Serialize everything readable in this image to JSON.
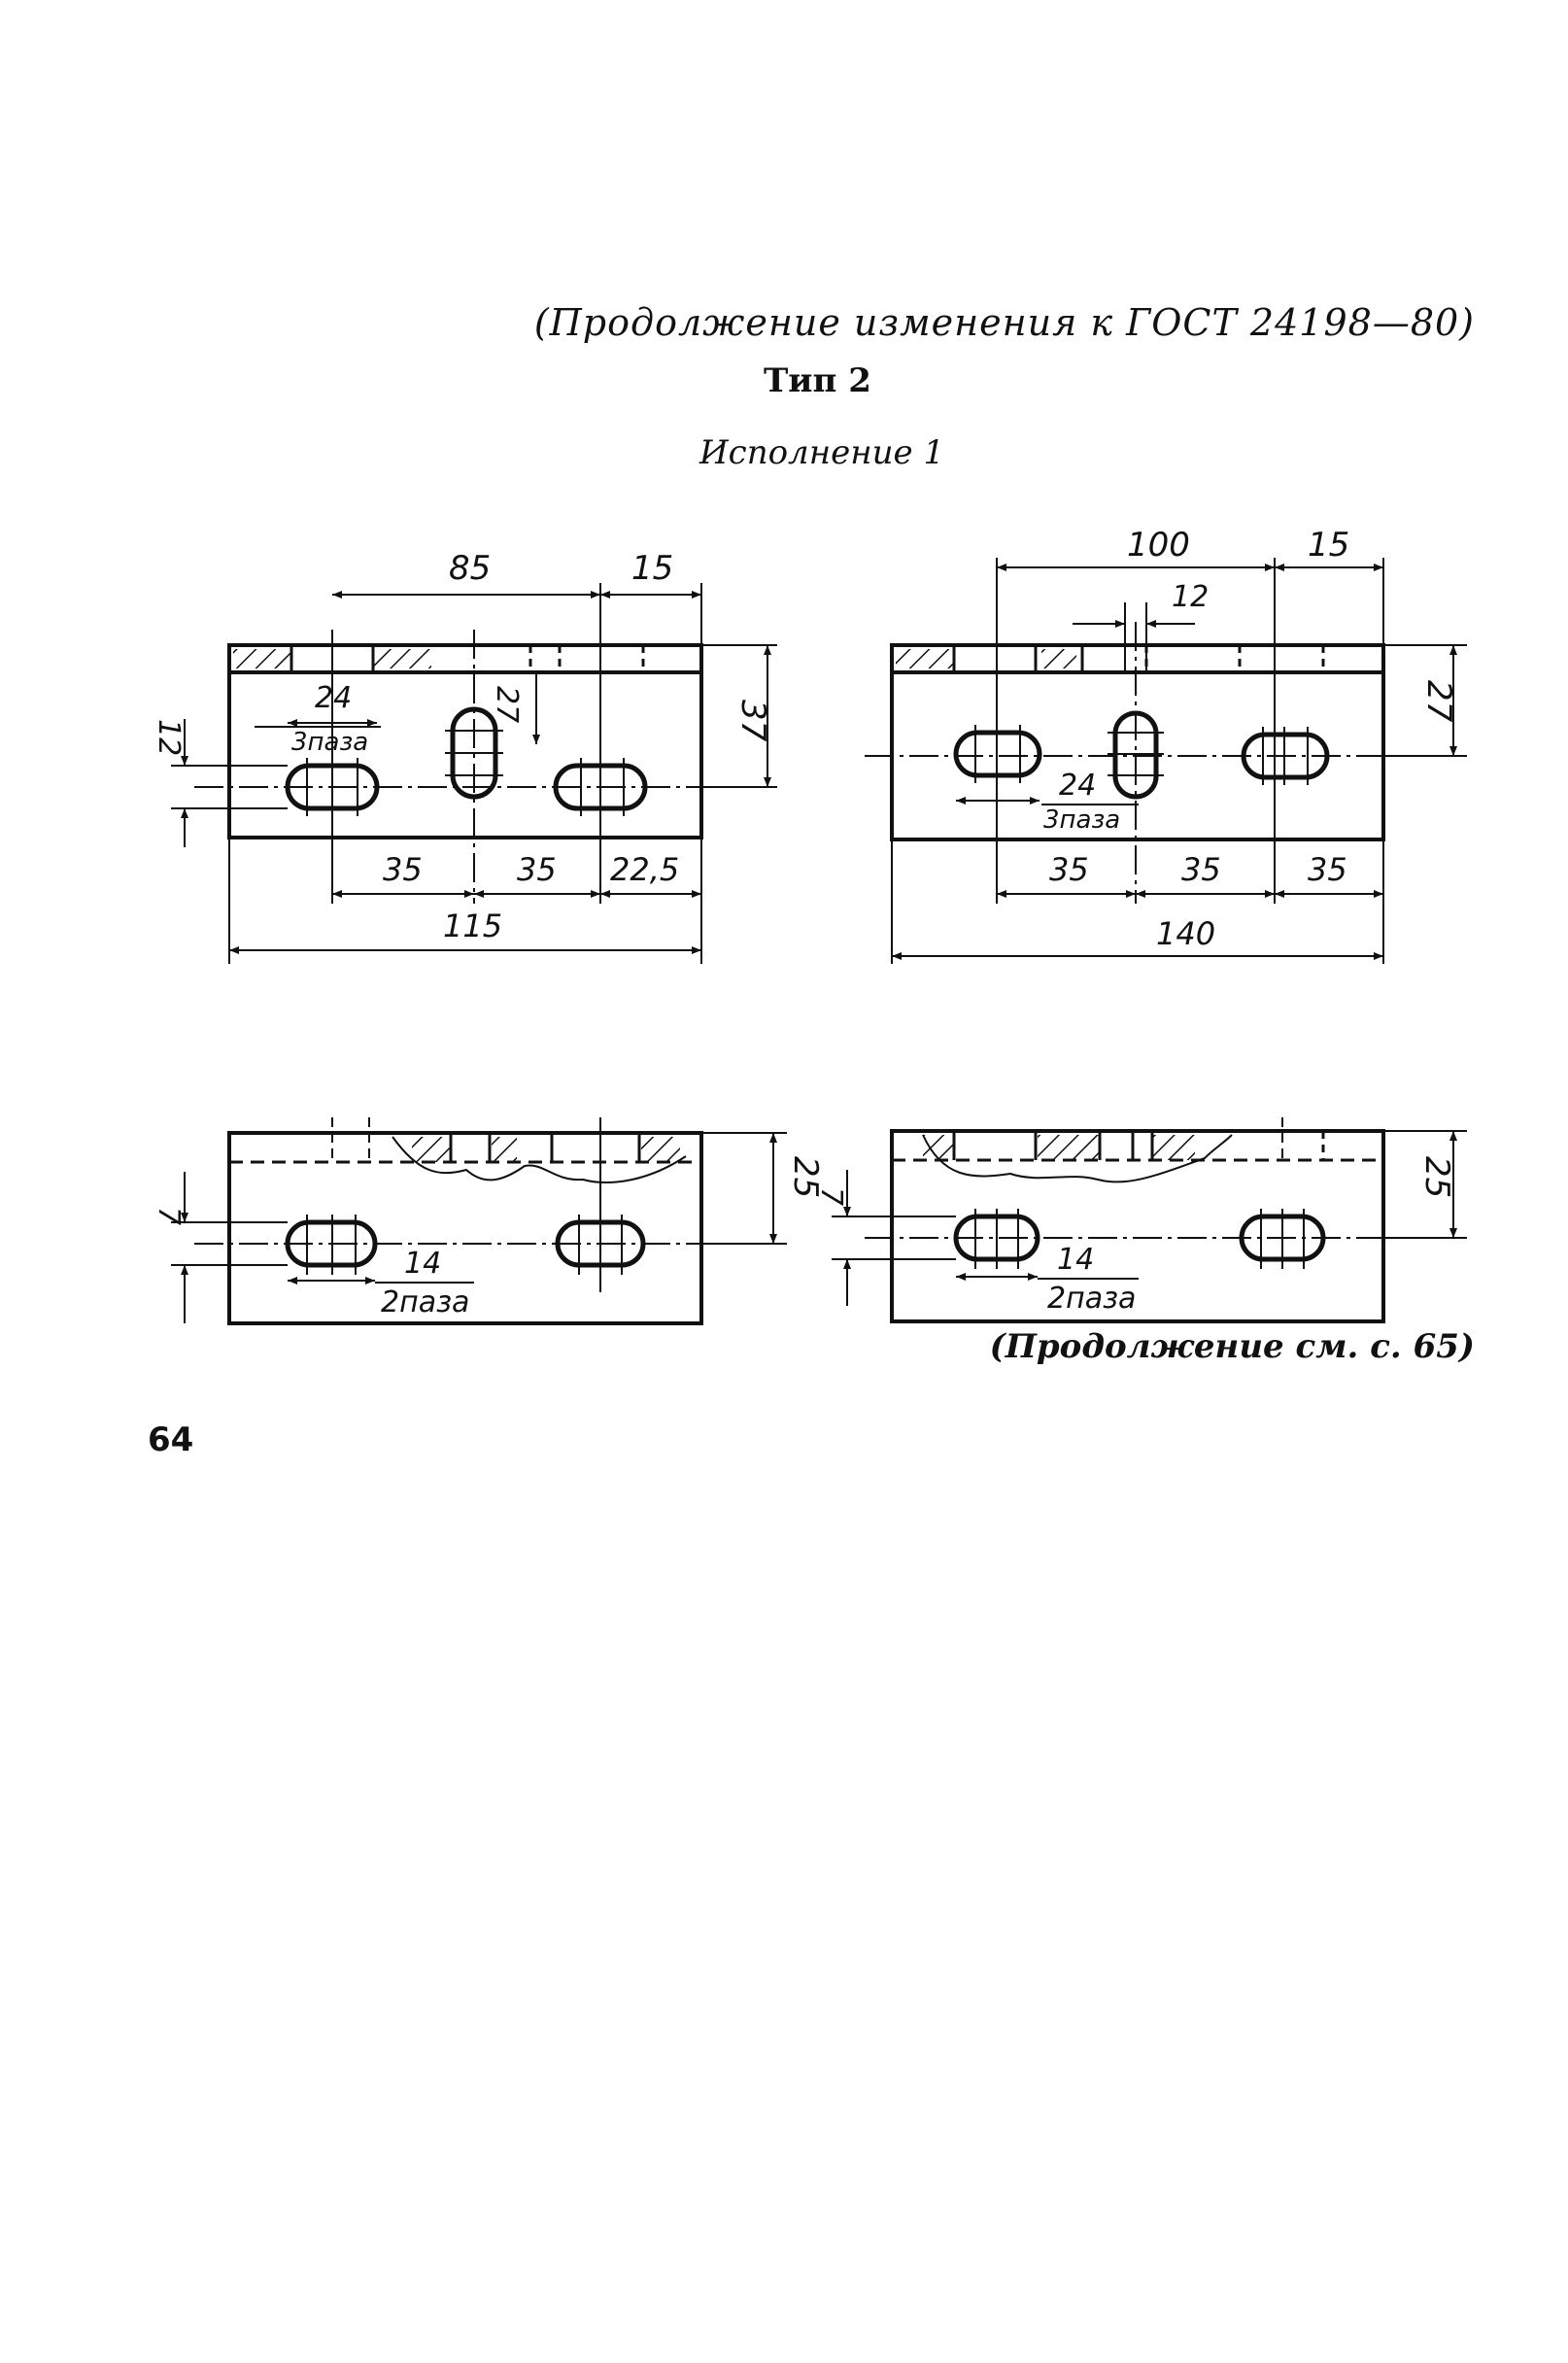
{
  "header": {
    "continuation_note": "(Продолжение изменения к ГОСТ 24198—80)",
    "type_title": "Тип 2",
    "variant": "Исполнение 1"
  },
  "drawings": {
    "top_left": {
      "dim_85": "85",
      "dim_15": "15",
      "dim_24": "24",
      "slots": "3паза",
      "dim_27": "27",
      "dim_37": "37",
      "dim_12": "12",
      "dim_35a": "35",
      "dim_35b": "35",
      "dim_22_5": "22,5",
      "dim_115": "115"
    },
    "top_right": {
      "dim_100": "100",
      "dim_15": "15",
      "dim_12": "12",
      "dim_27": "27",
      "dim_24": "24",
      "slots": "3паза",
      "dim_35a": "35",
      "dim_35b": "35",
      "dim_35c": "35",
      "dim_140": "140"
    },
    "bottom_left": {
      "dim_25": "25",
      "dim_7": "7",
      "dim_14": "14",
      "slots": "2паза"
    },
    "bottom_right": {
      "dim_25": "25",
      "dim_7": "7",
      "dim_14": "14",
      "slots": "2паза"
    }
  },
  "footer": {
    "continued_on": "(Продолжение см. с. 65)",
    "page_number": "64"
  }
}
